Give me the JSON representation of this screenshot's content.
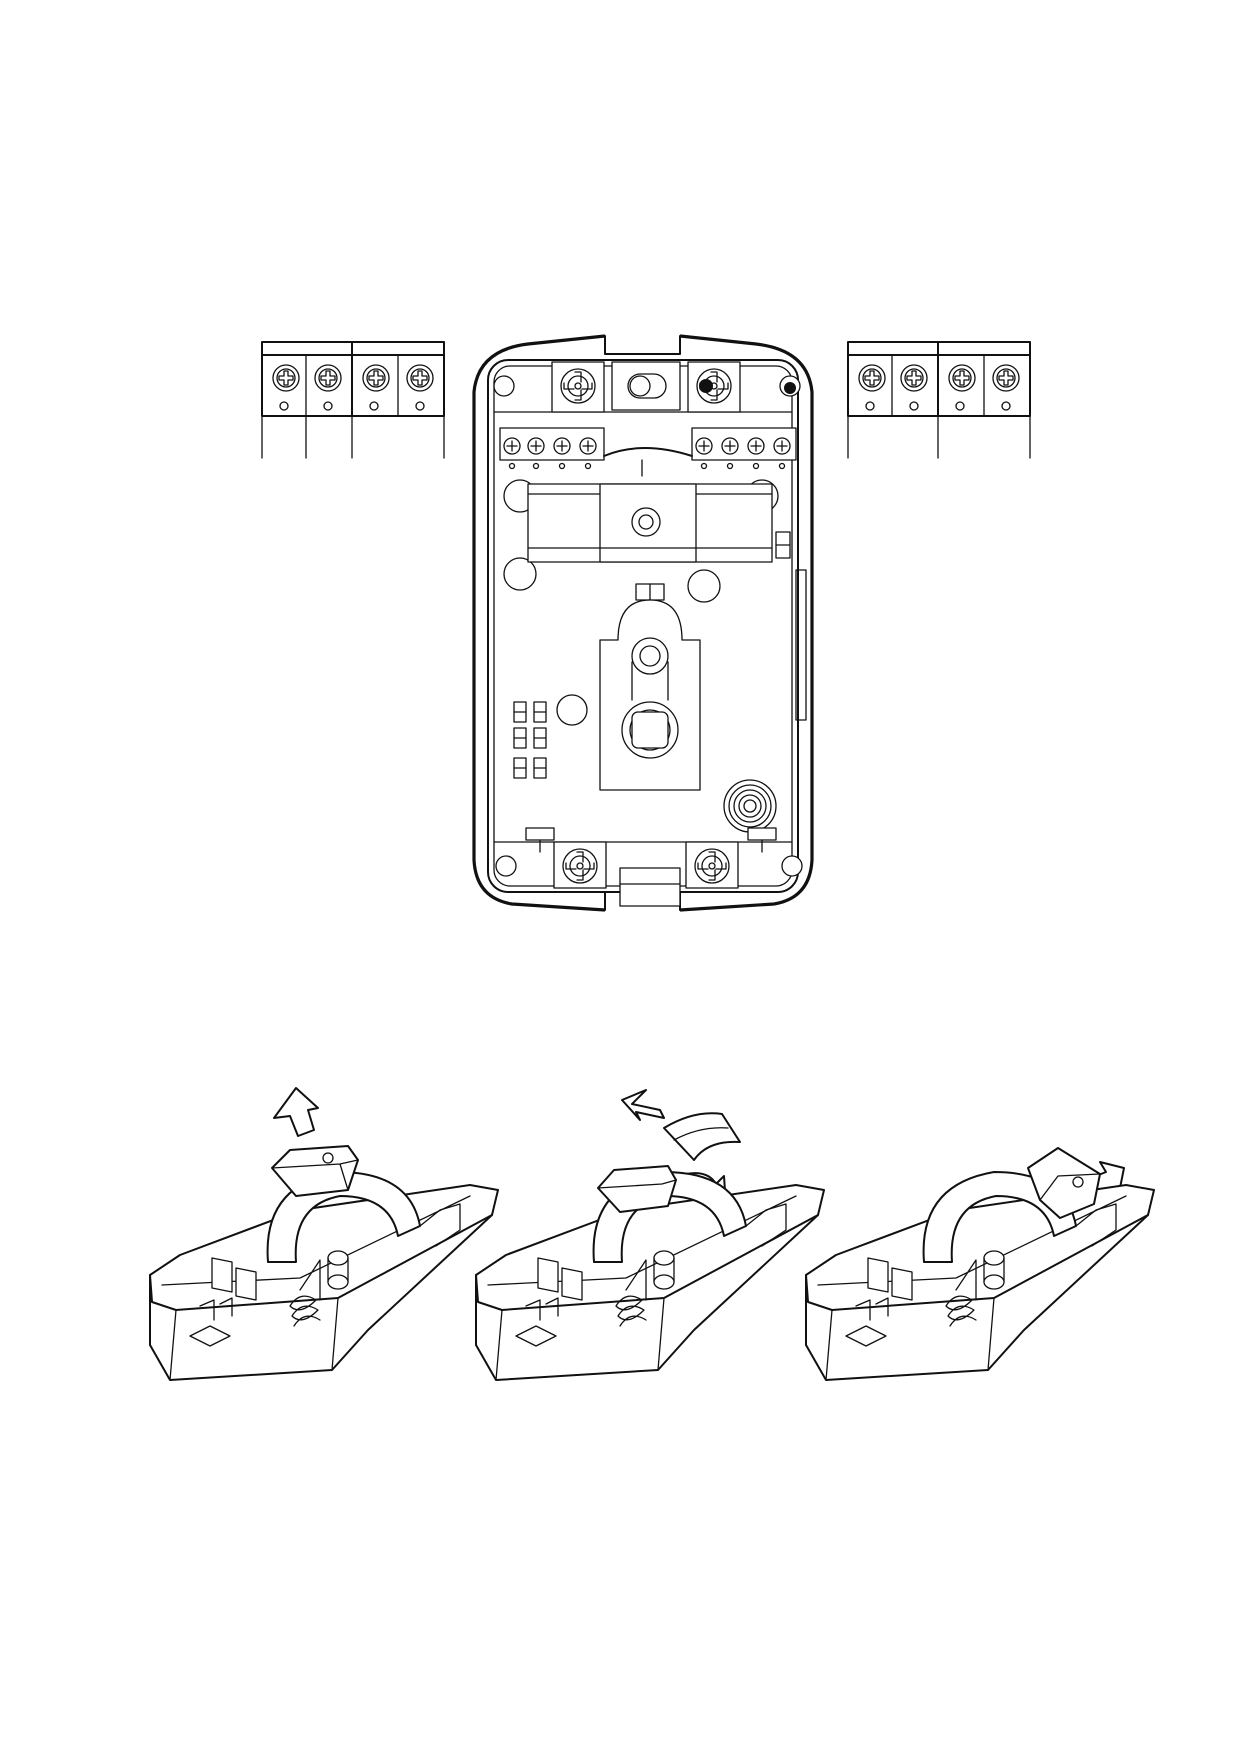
{
  "page": {
    "background": "#ffffff",
    "line_color": "#111111"
  },
  "figures": [
    {
      "name": "terminal-block-left",
      "terminal_count": 4
    },
    {
      "name": "detector-base-plate",
      "screw_terminals": 8,
      "mounting_screws": 4
    },
    {
      "name": "terminal-block-right",
      "terminal_count": 4
    },
    {
      "name": "assembly-step-1",
      "arrow": "up"
    },
    {
      "name": "assembly-step-2",
      "arrow": "rotate"
    },
    {
      "name": "assembly-step-3",
      "arrow": "down-left"
    }
  ]
}
